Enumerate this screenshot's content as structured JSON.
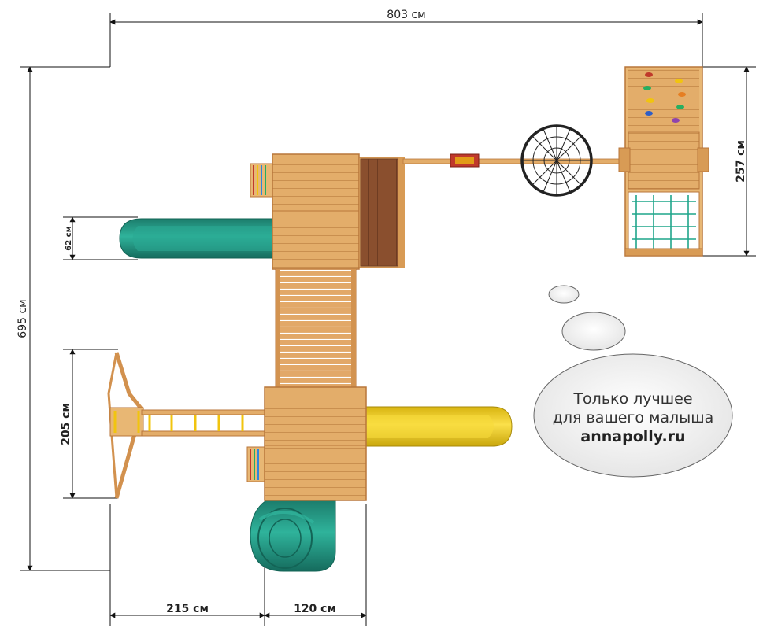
{
  "dimensions": {
    "total_width": "803 см",
    "total_height": "695 см",
    "tower_right_height": "257 см",
    "slide_top_width": "62 см",
    "swing_width": "205 см",
    "bottom_left": "215 см",
    "bottom_right": "120 см"
  },
  "bubble": {
    "line1": "Только лучшее",
    "line2": "для вашего малыша",
    "line3": "annapolly.ru"
  },
  "colors": {
    "wood": "#e3ad6a",
    "wood_dark": "#b8763a",
    "deck_brown": "#8a4f2e",
    "green_slide": "#1f9a86",
    "yellow_slide": "#f1cf1e",
    "dim_line": "#111111"
  }
}
